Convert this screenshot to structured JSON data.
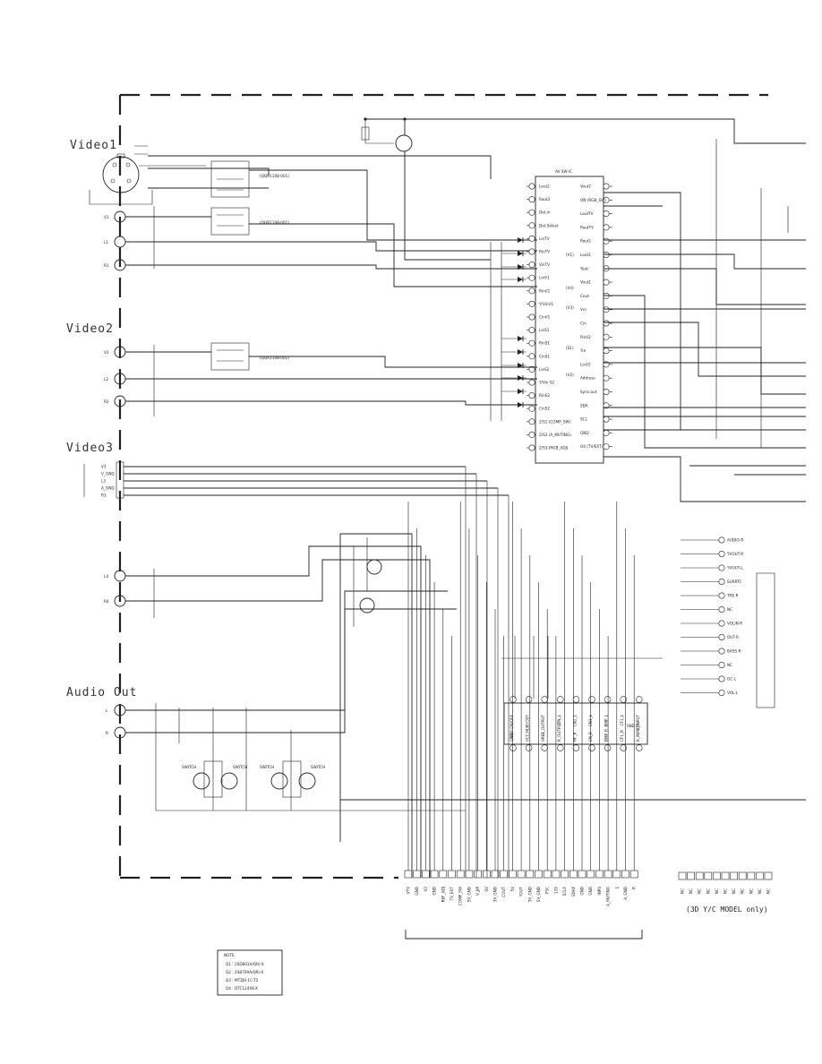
{
  "sections": {
    "video1": "Video1",
    "video2": "Video2",
    "video3": "Video3",
    "audio_out": "Audio Out"
  },
  "av_sw_ic": {
    "title": "AV SW IC",
    "left_pins": [
      "Lout2",
      "Rout2",
      "Det.in",
      "Det.Select",
      "LinTV",
      "RinTV",
      "VinTV",
      "LinV1",
      "RinV1",
      "Y/VinV1",
      "CinV1",
      "LinS1",
      "RinS1",
      "CinS1",
      "LinS2",
      "Y/Vin S2",
      "RinS2",
      "CinS2",
      "2/S1 (COMP_SW)",
      "2/S2 (A_MUTING)",
      "2/S3 (RGB_ADJ)"
    ],
    "right_pins": [
      "Vout2",
      "ON (RGB_SW)",
      "LoutTV",
      "RoutTV",
      "Rout1",
      "Lout1",
      "Yout",
      "Vout1",
      "Cout",
      "Vcc",
      "Cin",
      "PinV2",
      "Yin",
      "LinV2",
      "Address",
      "Sync.out",
      "SDA",
      "SCL",
      "GND",
      "O4 (TV/EXT)"
    ],
    "group_labels": [
      "(V1)",
      "(V4)",
      "(V3)",
      "(S1)",
      "(V2)"
    ]
  },
  "snd_ic": {
    "title": "SND IC",
    "top_pins": [
      "SND ON/OFF",
      "HLBOOST",
      "L_OUTPUT",
      "CIN_L",
      "CN2_L",
      "CN1_L",
      "BMP_L",
      "CF1_L",
      "L_INPUT"
    ],
    "bottom_pins": [
      "GND",
      "VCC",
      "VREF",
      "R_OUTPUT",
      "HF_R",
      "CN_R",
      "BMP_R",
      "CF1_R",
      "R_INPUT"
    ]
  },
  "switch_labels": [
    "SWITCH",
    "SWITCH",
    "SWITCH",
    "SWITCH"
  ],
  "video3_terminal": [
    "V3",
    "V_GND",
    "L3",
    "A_GND",
    "R3"
  ],
  "connector_labels": [
    "V1",
    "L1",
    "R1",
    "V2",
    "L2",
    "R2",
    "L4",
    "R4",
    "L",
    "R"
  ],
  "filter_parts": [
    "(QQR1108-001)",
    "(QQR1108-001)",
    "(QQR1108-001)"
  ],
  "bottom_connector_pins": [
    "VTV",
    "GND",
    "V2",
    "GND",
    "REF_ADJ",
    "TV_EXT",
    "COMP_SW",
    "SV_GND",
    "V_JIP",
    "SV",
    "3V_GND",
    "COUT",
    "5V",
    "YOUT",
    "3V_GND",
    "SV_GND",
    "FSC",
    "12V",
    "SCLF",
    "SDAF",
    "GND",
    "GND",
    "INPS",
    "A_MUTING",
    "L",
    "A_GND",
    "R"
  ],
  "right_connector_pins": [
    "NC",
    "NC",
    "NC",
    "NC",
    "NC",
    "NC",
    "NC",
    "NC",
    "NC",
    "NC",
    "NC"
  ],
  "model_note": "(3D Y/C MODEL only)",
  "right_edge_labels": [
    "AUDIO-R",
    "YVOUT-R",
    "YVOUT-L",
    "SURRTC",
    "TRE-R",
    "NC",
    "VOLIN-R",
    "OUT-R",
    "BASS-R",
    "NC",
    "GC-L",
    "VOL-L"
  ],
  "note": {
    "title": "NOTE",
    "lines": [
      "Q1 : 2SD601A/QR/-X",
      "Q2 : 2SB709A/QR/-X",
      "Q3 : MTZJ9.1C-T2",
      "Q4 : DTC124XK-X"
    ]
  }
}
